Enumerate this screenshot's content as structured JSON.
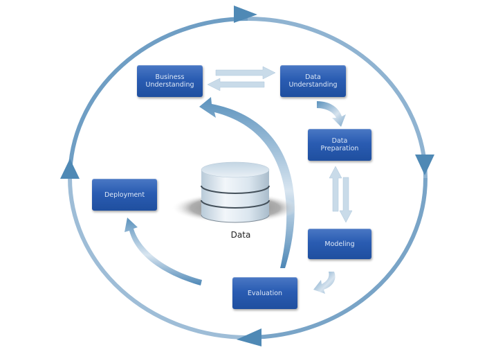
{
  "diagram": {
    "title": "CRISP-DM Process",
    "center": {
      "label": "Data",
      "icon": "database-icon"
    },
    "phases": [
      {
        "id": "business",
        "label": "Business\nUnderstanding"
      },
      {
        "id": "dataund",
        "label": "Data\nUnderstanding"
      },
      {
        "id": "dataprep",
        "label": "Data\nPreparation"
      },
      {
        "id": "modeling",
        "label": "Modeling"
      },
      {
        "id": "evaluation",
        "label": "Evaluation"
      },
      {
        "id": "deployment",
        "label": "Deployment"
      }
    ],
    "flows": [
      {
        "from": "business",
        "to": "dataund",
        "kind": "bidirectional"
      },
      {
        "from": "dataund",
        "to": "dataprep",
        "kind": "curved"
      },
      {
        "from": "dataprep",
        "to": "modeling",
        "kind": "bidirectional"
      },
      {
        "from": "modeling",
        "to": "evaluation",
        "kind": "curved"
      },
      {
        "from": "evaluation",
        "to": "business",
        "kind": "curved"
      },
      {
        "from": "evaluation",
        "to": "deployment",
        "kind": "curved"
      }
    ],
    "outer_cycle": {
      "direction": "clockwise"
    },
    "colors": {
      "box": "#2a5cb2",
      "box_text": "#dfe9f7",
      "cycle": "#5d93bc",
      "cycle_light": "#c9d9e8",
      "arrow_light": "#d4e1ed"
    }
  }
}
